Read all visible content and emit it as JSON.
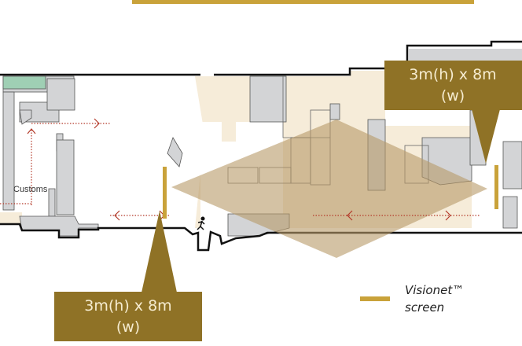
{
  "colors": {
    "screen_gold": "#c9a23a",
    "callout_brown": "#8f7226",
    "projection_tan": "#c2a577",
    "room_beige": "#f6ecd9",
    "booth_gray": "#d3d4d6",
    "green_area": "#9fcfb4",
    "arrow_red": "#b33a2a"
  },
  "plan": {
    "customs_label": "Customs",
    "exit_icon": "running-person-exit-icon"
  },
  "callouts": [
    {
      "line1": "3m(h) x 8m",
      "line2": "(w)"
    },
    {
      "line1": "3m(h) x 8m",
      "line2": "(w)"
    }
  ],
  "legend": {
    "line1": "Visionet™",
    "line2": "screen"
  }
}
